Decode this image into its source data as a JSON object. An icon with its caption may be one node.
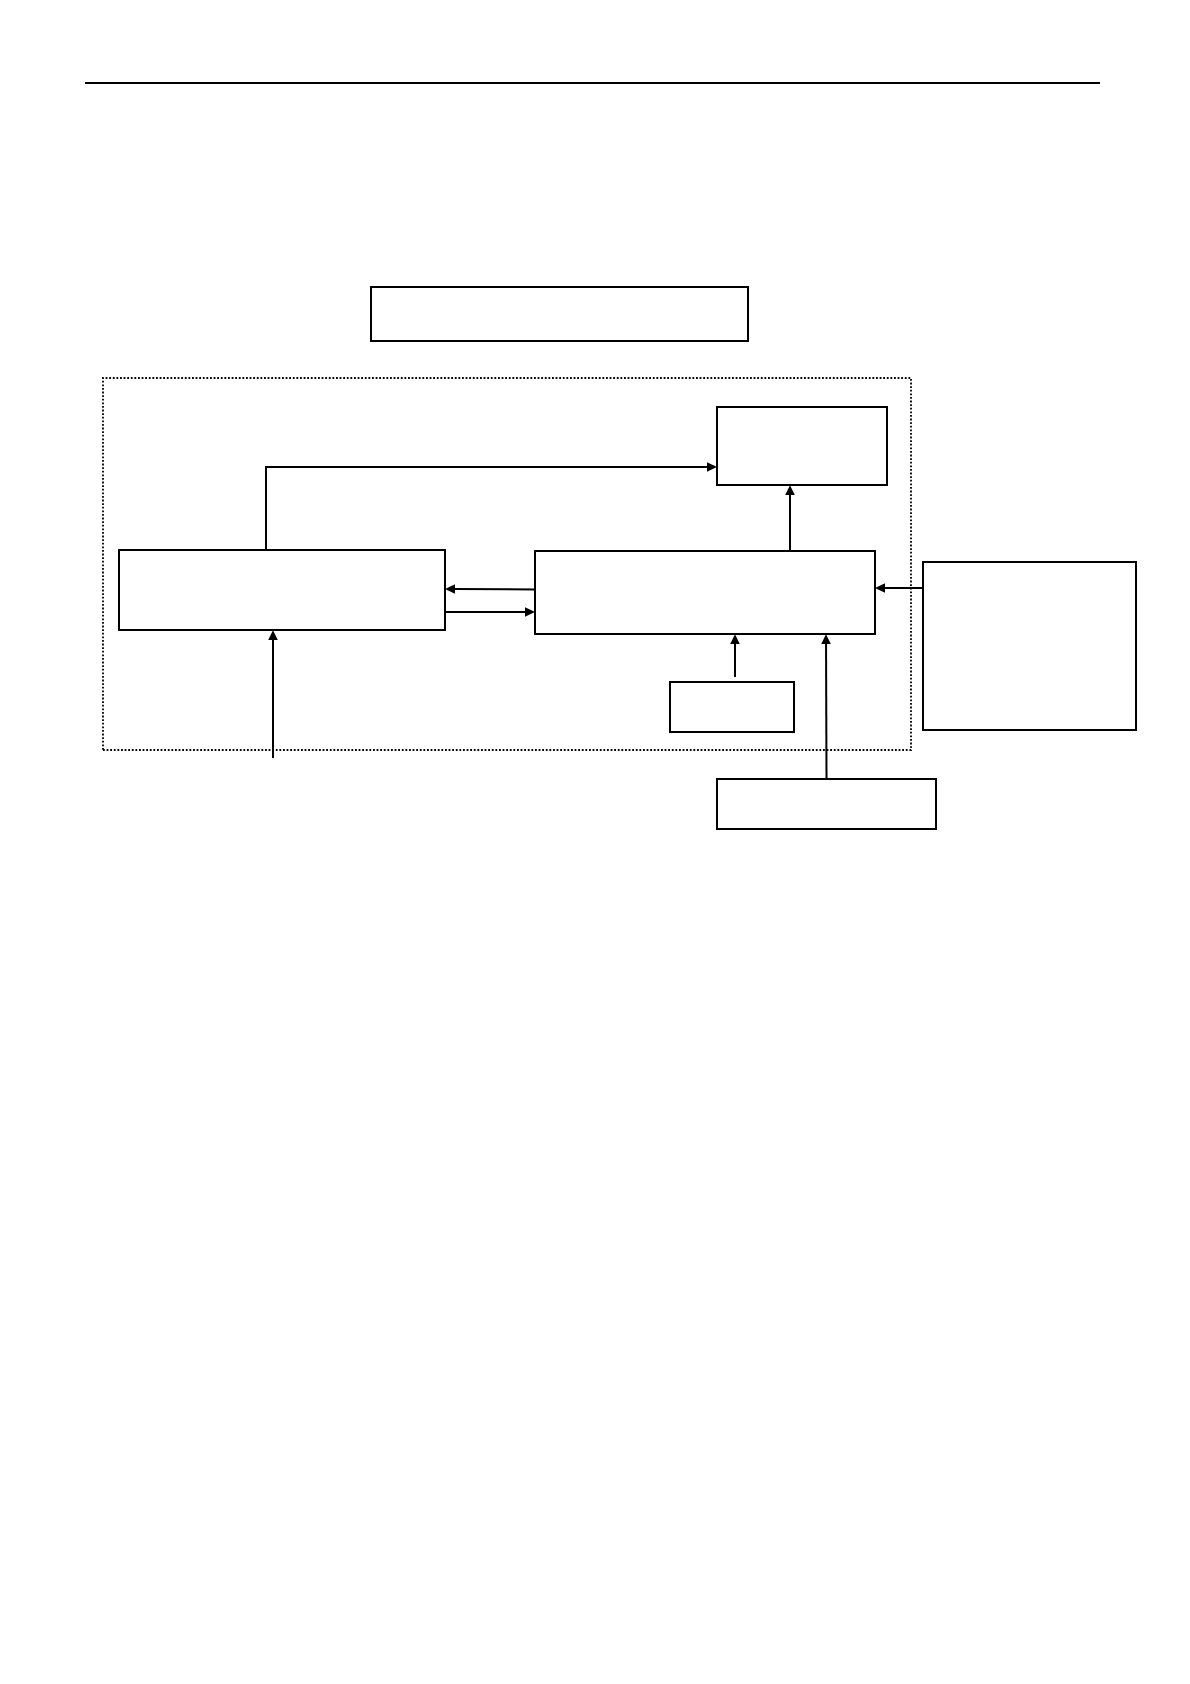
{
  "diagram": {
    "nodes": [
      {
        "text": [],
        "shape": "box"
      },
      {
        "text": [],
        "shape": "box"
      },
      {
        "text": [],
        "shape": "box",
        "in": 1
      },
      {
        "text": [],
        "shape": "box",
        "in": 1
      },
      {
        "text": [],
        "shape": "box",
        "in": 1
      },
      {
        "text": [],
        "shape": "box"
      },
      {
        "text": [],
        "shape": "box",
        "in": 1
      },
      {
        "text": [],
        "shape": "box"
      }
    ],
    "edges": [
      {
        "from": 3,
        "to": 2,
        "arrow": "to"
      },
      {
        "from": 4,
        "to": 2,
        "arrow": "to"
      },
      {
        "from": 4,
        "to": 3,
        "arrow": "to"
      },
      {
        "from": 3,
        "to": 4,
        "arrow": "to"
      },
      {
        "from": 5,
        "to": 4,
        "arrow": "to"
      },
      {
        "from": 6,
        "to": 4,
        "arrow": "to"
      },
      {
        "from": 7,
        "to": 4,
        "arrow": "to"
      },
      {
        "from": null,
        "to": 3,
        "arrow": "to"
      }
    ]
  }
}
